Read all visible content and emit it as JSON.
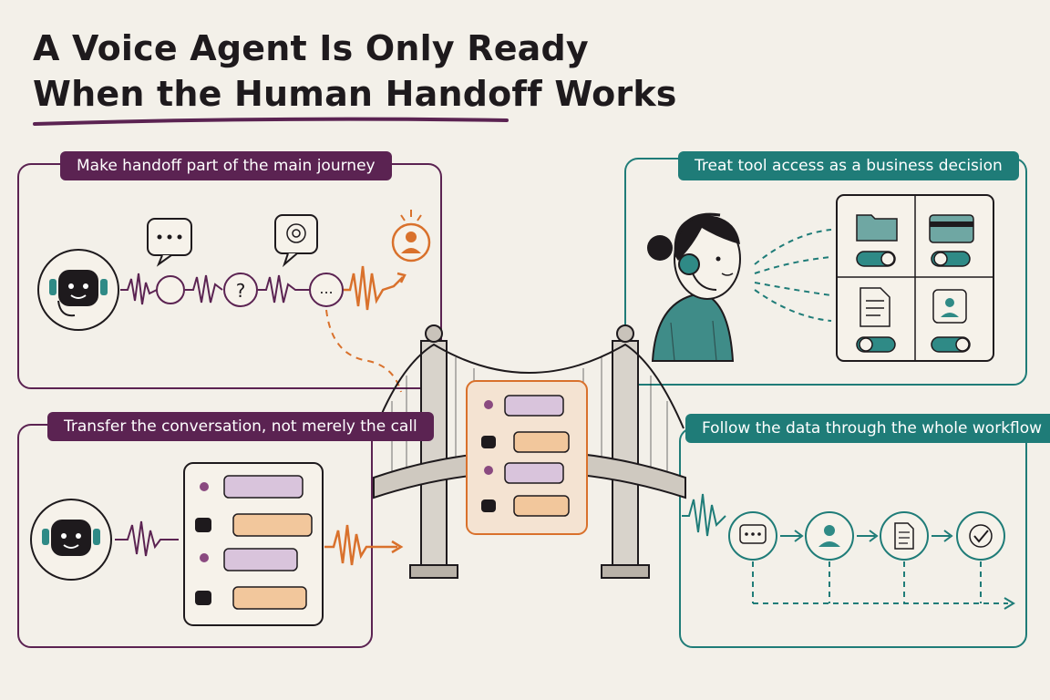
{
  "title": {
    "line1": "A Voice Agent Is Only Ready",
    "line2": "When the Human Handoff Works"
  },
  "panels": {
    "journey": {
      "label": "Make handoff part of the main journey"
    },
    "tools": {
      "label": "Treat tool access as a business decision"
    },
    "transfer": {
      "label": "Transfer the conversation, not merely the call"
    },
    "workflow": {
      "label": "Follow the data through the whole workflow"
    }
  },
  "icons": {
    "journey_steps": [
      "?",
      "..."
    ]
  },
  "colors": {
    "purple": "#5b2352",
    "teal": "#1f7c78",
    "orange": "#d9712c",
    "ink": "#1e1a1d",
    "paper": "#f3f0e9"
  }
}
